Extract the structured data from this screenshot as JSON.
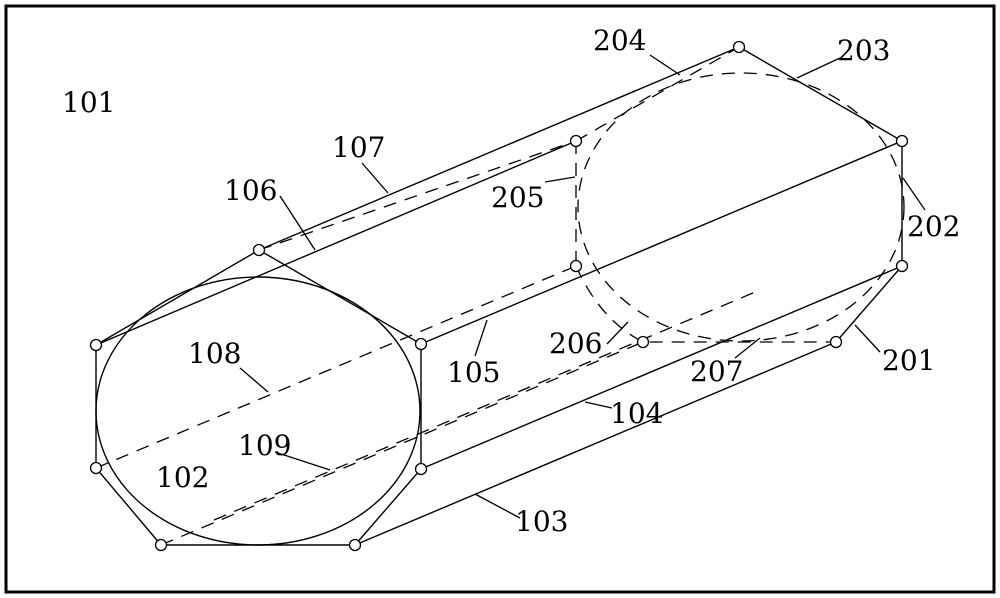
{
  "diagram": {
    "labels": {
      "l101": "101",
      "l102": "102",
      "l103": "103",
      "l104": "104",
      "l105": "105",
      "l106": "106",
      "l107": "107",
      "l108": "108",
      "l109": "109",
      "l201": "201",
      "l202": "202",
      "l203": "203",
      "l204": "204",
      "l205": "205",
      "l206": "206",
      "l207": "207"
    }
  }
}
